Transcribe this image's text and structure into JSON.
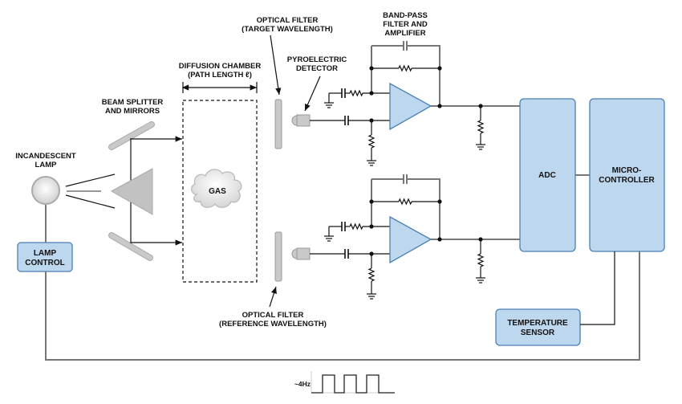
{
  "labels": {
    "lamp": [
      "INCANDESCENT",
      "LAMP"
    ],
    "beam_splitter": [
      "BEAM SPLITTER",
      "AND MIRRORS"
    ],
    "chamber": [
      "DIFFUSION CHAMBER",
      "(PATH LENGTH ℓ)"
    ],
    "filter_target": [
      "OPTICAL FILTER",
      "(TARGET WAVELENGTH)"
    ],
    "detector": [
      "PYROELECTRIC",
      "DETECTOR"
    ],
    "bandpass": [
      "BAND-PASS",
      "FILTER AND",
      "AMPLIFIER"
    ],
    "filter_reference": [
      "OPTICAL FILTER",
      "(REFERENCE WAVELENGTH)"
    ],
    "gas": "GAS",
    "frequency": "~4Hz"
  },
  "blocks": {
    "lamp_control": [
      "LAMP",
      "CONTROL"
    ],
    "adc": "ADC",
    "microcontroller": [
      "MICRO-",
      "CONTROLLER"
    ],
    "temperature_sensor": [
      "TEMPERATURE",
      "SENSOR"
    ]
  },
  "colors": {
    "block_fill": "#bdd7ee",
    "block_border": "#4a7fb5",
    "optics_gray": "#c9c9c9"
  }
}
